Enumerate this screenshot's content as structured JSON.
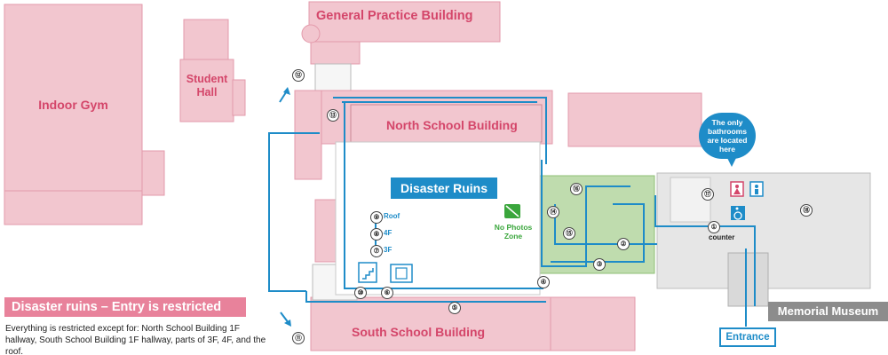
{
  "buildings": {
    "general_practice": "General Practice Building",
    "student_hall": "Student\nHall",
    "indoor_gym": "Indoor Gym",
    "north_school": "North School Building",
    "south_school": "South School Building"
  },
  "areas": {
    "disaster_ruins": "Disaster Ruins",
    "memorial_museum": "Memorial Museum",
    "entrance": "Entrance",
    "counter": "counter",
    "no_photos_zone": "No Photos\nZone"
  },
  "restricted_banner": "Disaster ruins – Entry is restricted",
  "restriction_note": "Everything is restricted except for: North School Building 1F hallway, South School Building 1F hallway, parts of 3F, 4F, and the roof.",
  "bathroom_callout": "The only\nbathrooms\nare located\nhere",
  "floor_labels": {
    "roof": "Roof",
    "f4": "4F",
    "f3": "3F"
  },
  "route_points": [
    "①",
    "②",
    "③",
    "④",
    "⑤",
    "⑥",
    "⑦",
    "⑧",
    "⑨",
    "⑩",
    "⑪",
    "⑫",
    "⑬",
    "⑭",
    "⑮",
    "⑯",
    "⑰",
    "⑱"
  ],
  "colors": {
    "building_pink": "#f2c6cf",
    "building_stroke": "#e39aab",
    "label_pink": "#d4466a",
    "route_blue": "#1e8cc8",
    "no_photo_green": "#a6cf8e",
    "museum_gray": "#e6e6e6"
  },
  "icons": [
    "restroom-women-icon",
    "restroom-men-icon",
    "wheelchair-icon",
    "stairs-icon",
    "elevator-icon",
    "no-photos-icon"
  ]
}
